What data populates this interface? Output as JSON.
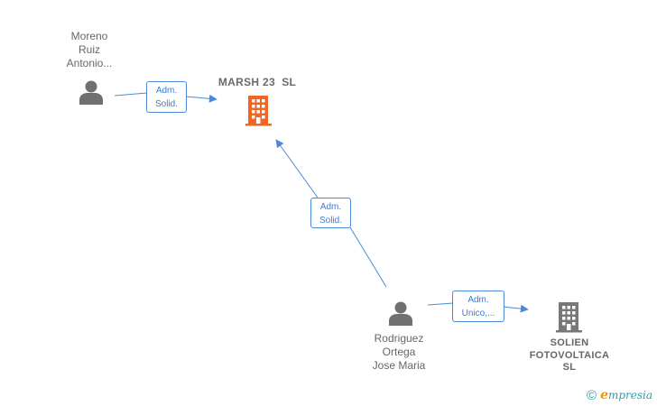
{
  "nodes": {
    "moreno": {
      "name_lines": [
        "Moreno",
        "Ruiz",
        "Antonio..."
      ],
      "icon": "person-icon"
    },
    "marsh": {
      "name_lines": [
        "MARSH 23  SL"
      ],
      "icon": "building-icon",
      "color": "#f26522"
    },
    "rodriguez": {
      "name_lines": [
        "Rodriguez",
        "Ortega",
        "Jose Maria"
      ],
      "icon": "person-icon"
    },
    "solien": {
      "name_lines": [
        "SOLIEN",
        "FOTOVOLTAICA",
        "SL"
      ],
      "icon": "building-icon",
      "color": "#777777"
    }
  },
  "edges": [
    {
      "from": "moreno",
      "to": "marsh",
      "label_lines": [
        "Adm.",
        "Solid."
      ]
    },
    {
      "from": "rodriguez",
      "to": "marsh",
      "label_lines": [
        "Adm.",
        "Solid."
      ]
    },
    {
      "from": "rodriguez",
      "to": "solien",
      "label_lines": [
        "Adm.",
        "Unico,..."
      ]
    }
  ],
  "colors": {
    "edge": "#4a8ad8",
    "person_icon": "#707070",
    "label_text": "#666666"
  },
  "brand": {
    "copyright_symbol": "©",
    "logo_first": "e",
    "logo_rest": "mpresia"
  }
}
